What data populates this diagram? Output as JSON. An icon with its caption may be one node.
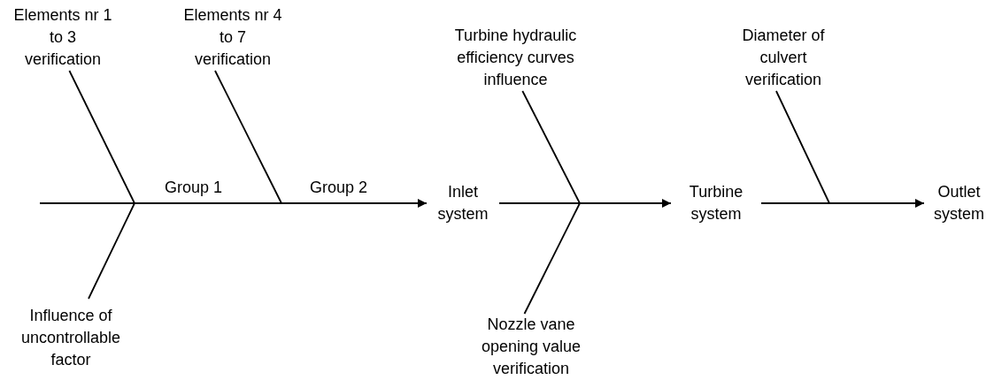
{
  "diagram": {
    "nodes": [
      {
        "text": [
          "Elements nr 1 to 3 verification"
        ]
      },
      {
        "text": [
          "Elements nr 4 to 7 verification"
        ]
      },
      {
        "text": [
          "Inlet system"
        ]
      },
      {
        "text": [
          "Turbine hydraulic efficiency curves influence"
        ]
      },
      {
        "text": [
          "Turbine system"
        ]
      },
      {
        "text": [
          "Diameter of culvert verification"
        ]
      },
      {
        "text": [
          "Outlet system"
        ]
      },
      {
        "text": [
          "Influence of uncontrollable factor"
        ]
      },
      {
        "text": [
          "Nozzle vane opening value verification"
        ]
      }
    ],
    "edges": [
      {
        "from": null,
        "to": 2,
        "arrow": "to"
      },
      {
        "from": 2,
        "to": 4,
        "arrow": "to"
      },
      {
        "from": 4,
        "to": 6,
        "arrow": "to"
      },
      {
        "from": 0,
        "to": null,
        "arrow": "none"
      },
      {
        "from": 7,
        "to": null,
        "arrow": "none"
      },
      {
        "from": 1,
        "to": null,
        "arrow": "none"
      },
      {
        "from": 3,
        "to": null,
        "arrow": "none"
      },
      {
        "from": 8,
        "to": null,
        "arrow": "none"
      },
      {
        "from": 5,
        "to": null,
        "arrow": "none"
      }
    ],
    "labels": [
      "Group 1",
      "Group 2"
    ]
  }
}
